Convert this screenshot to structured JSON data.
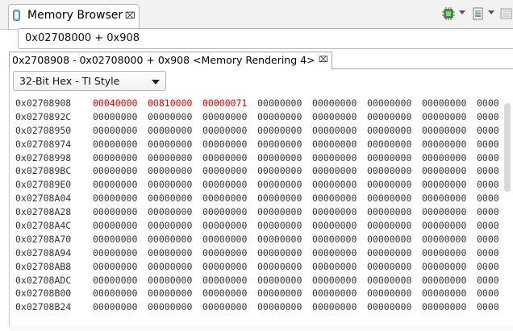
{
  "view": {
    "title": "Memory Browser",
    "close_glyph": "⌧",
    "icon": "memory-icon",
    "toolbar_icons": [
      "chip-icon",
      "new-rendering-icon",
      "view-menu-icon"
    ]
  },
  "address_bar": {
    "value": "0x02708000 + 0x908"
  },
  "rendering": {
    "tab_label": "0x2708908 - 0x02708000 + 0x908 <Memory Rendering 4>",
    "close_glyph": "⌧",
    "format_selected": "32-Bit Hex - TI Style"
  },
  "memory": {
    "rows": [
      {
        "address": "0x02708908",
        "words": [
          "00040000",
          "00810000",
          "00000071",
          "00000000",
          "00000000",
          "00000000",
          "00000000",
          "0000"
        ],
        "changed": [
          true,
          true,
          true,
          false,
          false,
          false,
          false,
          false
        ]
      },
      {
        "address": "0x0270892C",
        "words": [
          "00000000",
          "00000000",
          "00000000",
          "00000000",
          "00000000",
          "00000000",
          "00000000",
          "0000"
        ],
        "changed": [
          false,
          false,
          false,
          false,
          false,
          false,
          false,
          false
        ]
      },
      {
        "address": "0x02708950",
        "words": [
          "00000000",
          "00000000",
          "00000000",
          "00000000",
          "00000000",
          "00000000",
          "00000000",
          "0000"
        ],
        "changed": [
          false,
          false,
          false,
          false,
          false,
          false,
          false,
          false
        ]
      },
      {
        "address": "0x02708974",
        "words": [
          "00000000",
          "00000000",
          "00000000",
          "00000000",
          "00000000",
          "00000000",
          "00000000",
          "0000"
        ],
        "changed": [
          false,
          false,
          false,
          false,
          false,
          false,
          false,
          false
        ]
      },
      {
        "address": "0x02708998",
        "words": [
          "00000000",
          "00000000",
          "00000000",
          "00000000",
          "00000000",
          "00000000",
          "00000000",
          "0000"
        ],
        "changed": [
          false,
          false,
          false,
          false,
          false,
          false,
          false,
          false
        ]
      },
      {
        "address": "0x027089BC",
        "words": [
          "00000000",
          "00000000",
          "00000000",
          "00000000",
          "00000000",
          "00000000",
          "00000000",
          "0000"
        ],
        "changed": [
          false,
          false,
          false,
          false,
          false,
          false,
          false,
          false
        ]
      },
      {
        "address": "0x027089E0",
        "words": [
          "00000000",
          "00000000",
          "00000000",
          "00000000",
          "00000000",
          "00000000",
          "00000000",
          "0000"
        ],
        "changed": [
          false,
          false,
          false,
          false,
          false,
          false,
          false,
          false
        ]
      },
      {
        "address": "0x02708A04",
        "words": [
          "00000000",
          "00000000",
          "00000000",
          "00000000",
          "00000000",
          "00000000",
          "00000000",
          "0000"
        ],
        "changed": [
          false,
          false,
          false,
          false,
          false,
          false,
          false,
          false
        ]
      },
      {
        "address": "0x02708A28",
        "words": [
          "00000000",
          "00000000",
          "00000000",
          "00000000",
          "00000000",
          "00000000",
          "00000000",
          "0000"
        ],
        "changed": [
          false,
          false,
          false,
          false,
          false,
          false,
          false,
          false
        ]
      },
      {
        "address": "0x02708A4C",
        "words": [
          "00000000",
          "00000000",
          "00000000",
          "00000000",
          "00000000",
          "00000000",
          "00000000",
          "0000"
        ],
        "changed": [
          false,
          false,
          false,
          false,
          false,
          false,
          false,
          false
        ]
      },
      {
        "address": "0x02708A70",
        "words": [
          "00000000",
          "00000000",
          "00000000",
          "00000000",
          "00000000",
          "00000000",
          "00000000",
          "0000"
        ],
        "changed": [
          false,
          false,
          false,
          false,
          false,
          false,
          false,
          false
        ]
      },
      {
        "address": "0x02708A94",
        "words": [
          "00000000",
          "00000000",
          "00000000",
          "00000000",
          "00000000",
          "00000000",
          "00000000",
          "0000"
        ],
        "changed": [
          false,
          false,
          false,
          false,
          false,
          false,
          false,
          false
        ]
      },
      {
        "address": "0x02708AB8",
        "words": [
          "00000000",
          "00000000",
          "00000000",
          "00000000",
          "00000000",
          "00000000",
          "00000000",
          "0000"
        ],
        "changed": [
          false,
          false,
          false,
          false,
          false,
          false,
          false,
          false
        ]
      },
      {
        "address": "0x02708ADC",
        "words": [
          "00000000",
          "00000000",
          "00000000",
          "00000000",
          "00000000",
          "00000000",
          "00000000",
          "0000"
        ],
        "changed": [
          false,
          false,
          false,
          false,
          false,
          false,
          false,
          false
        ]
      },
      {
        "address": "0x02708B00",
        "words": [
          "00000000",
          "00000000",
          "00000000",
          "00000000",
          "00000000",
          "00000000",
          "00000000",
          "0000"
        ],
        "changed": [
          false,
          false,
          false,
          false,
          false,
          false,
          false,
          false
        ]
      },
      {
        "address": "0x02708B24",
        "words": [
          "00000000",
          "00000000",
          "00000000",
          "00000000",
          "00000000",
          "00000000",
          "00000000",
          "0000"
        ],
        "changed": [
          false,
          false,
          false,
          false,
          false,
          false,
          false,
          false
        ]
      }
    ]
  },
  "colors": {
    "changed_value": "#e00000",
    "normal_value": "#333333"
  }
}
